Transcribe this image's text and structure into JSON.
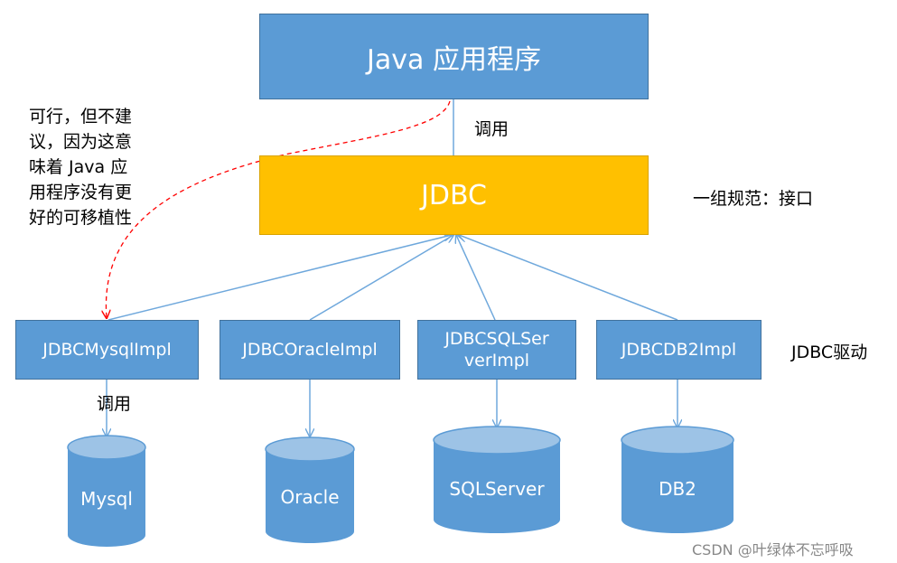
{
  "app": {
    "title": "Java 应用程序",
    "call_label_top": "调用",
    "jdbc_title": "JDBC",
    "interface_note": "一组规范：接口",
    "driver_label": "JDBC驱动",
    "side_note_lines": [
      "可行，但不建",
      "议，因为这意",
      "味着 Java 应",
      "用程序没有更",
      "好的可移植性"
    ],
    "call_label_bottom": "调用",
    "watermark": "CSDN @叶绿体不忘呼吸"
  },
  "drivers": [
    {
      "label": "JDBCMysqlImpl"
    },
    {
      "label": "JDBCOracleImpl"
    },
    {
      "label_line1": "JDBCSQLSer",
      "label_line2": "verImpl"
    },
    {
      "label": "JDBCDB2Impl"
    }
  ],
  "databases": [
    {
      "label": "Mysql"
    },
    {
      "label": "Oracle"
    },
    {
      "label": "SQLServer"
    },
    {
      "label": "DB2"
    }
  ],
  "colors": {
    "box_blue": "#5b9bd5",
    "box_gold": "#ffc000",
    "cylinder_top": "#9dc3e6",
    "arrow": "#6fa8dc",
    "dashed_arrow": "#ff0000"
  }
}
